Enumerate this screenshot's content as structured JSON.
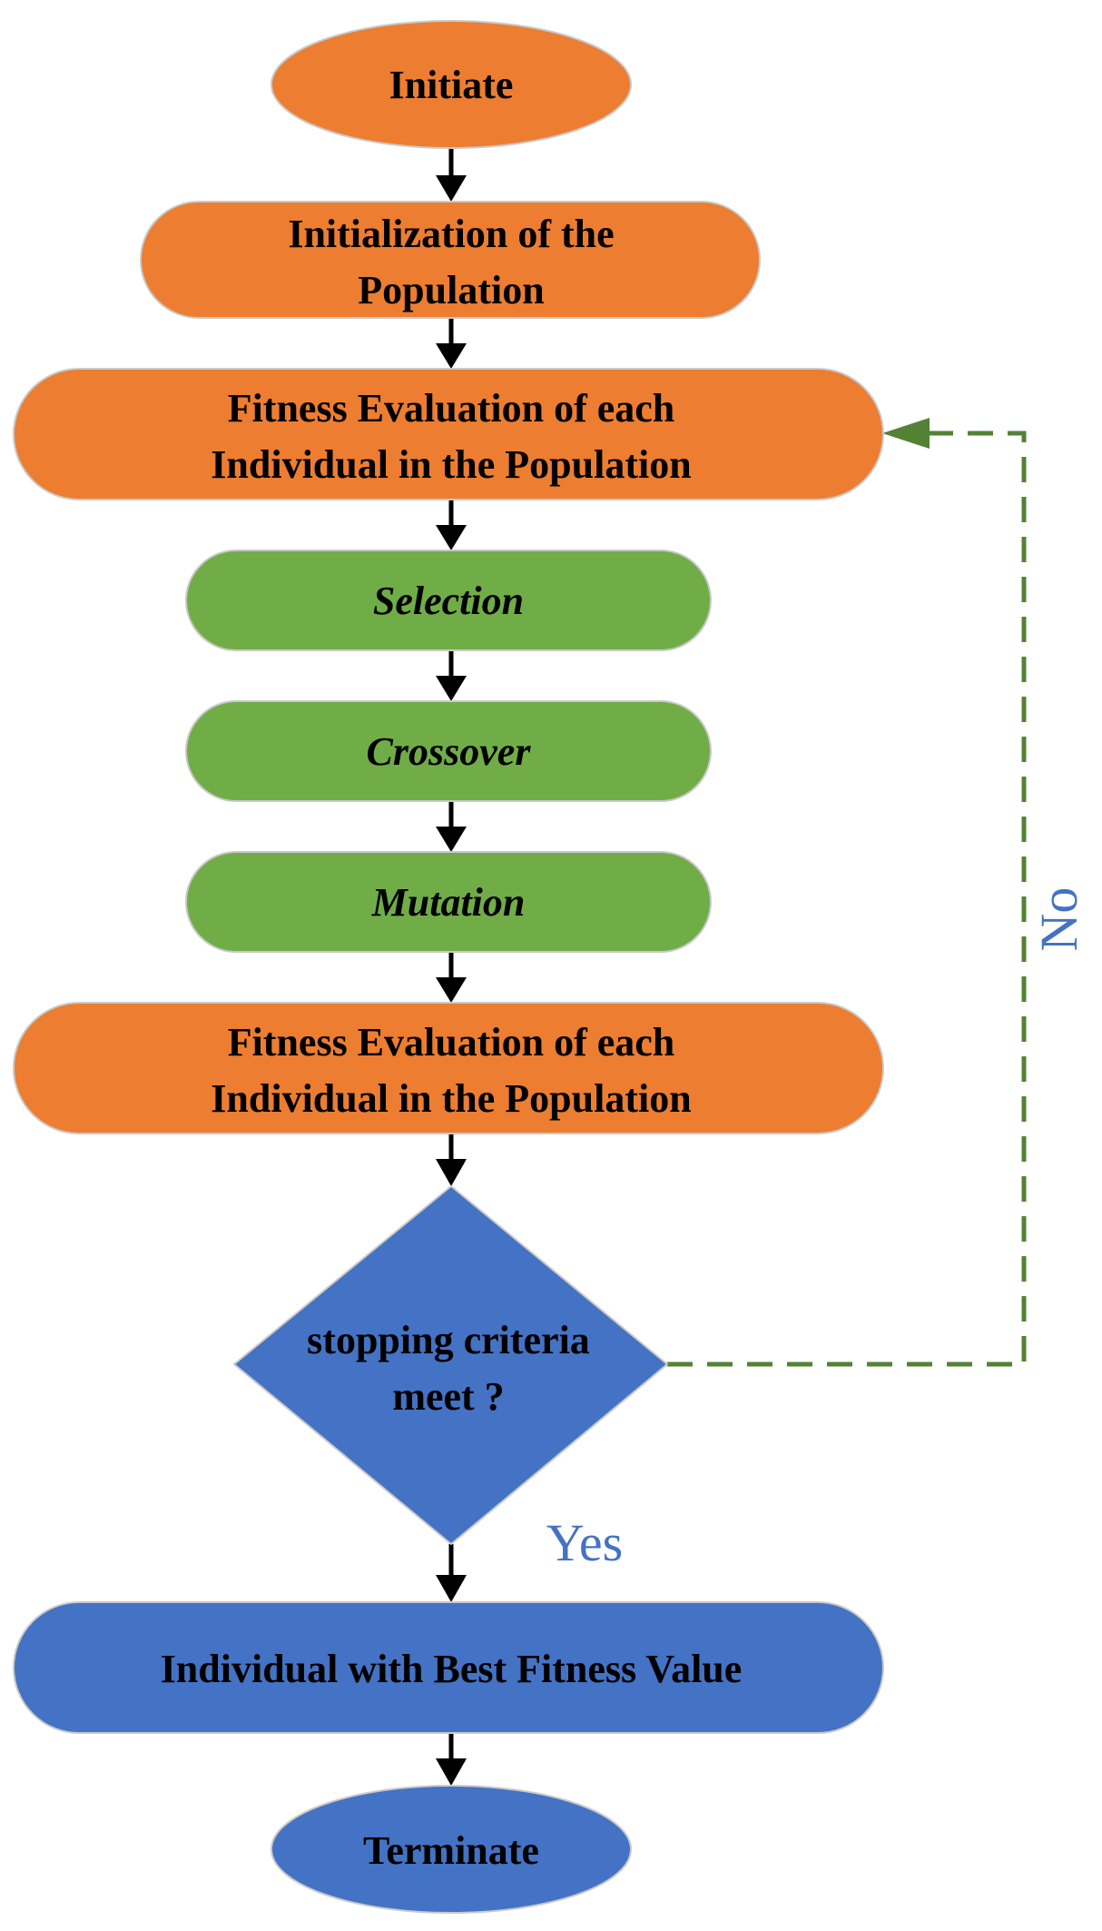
{
  "colors": {
    "orange": "#ED7D31",
    "green": "#70AD47",
    "blue": "#4472C4",
    "loop": "#548235",
    "arrow": "#000000",
    "label": "#4472C4"
  },
  "nodes": {
    "initiate": {
      "label": "Initiate"
    },
    "init_population": {
      "line1": "Initialization of the",
      "line2": "Population"
    },
    "fitness_eval_1": {
      "line1": "Fitness Evaluation of each",
      "line2": "Individual in the Population"
    },
    "selection": {
      "label": "Selection"
    },
    "crossover": {
      "label": "Crossover"
    },
    "mutation": {
      "label": "Mutation"
    },
    "fitness_eval_2": {
      "line1": "Fitness Evaluation of each",
      "line2": "Individual in the Population"
    },
    "decision": {
      "line1": "stopping criteria",
      "line2": "meet ?"
    },
    "best_individual": {
      "label": "Individual with Best Fitness Value"
    },
    "terminate": {
      "label": "Terminate"
    }
  },
  "edges": {
    "no_label": "No",
    "yes_label": "Yes"
  }
}
